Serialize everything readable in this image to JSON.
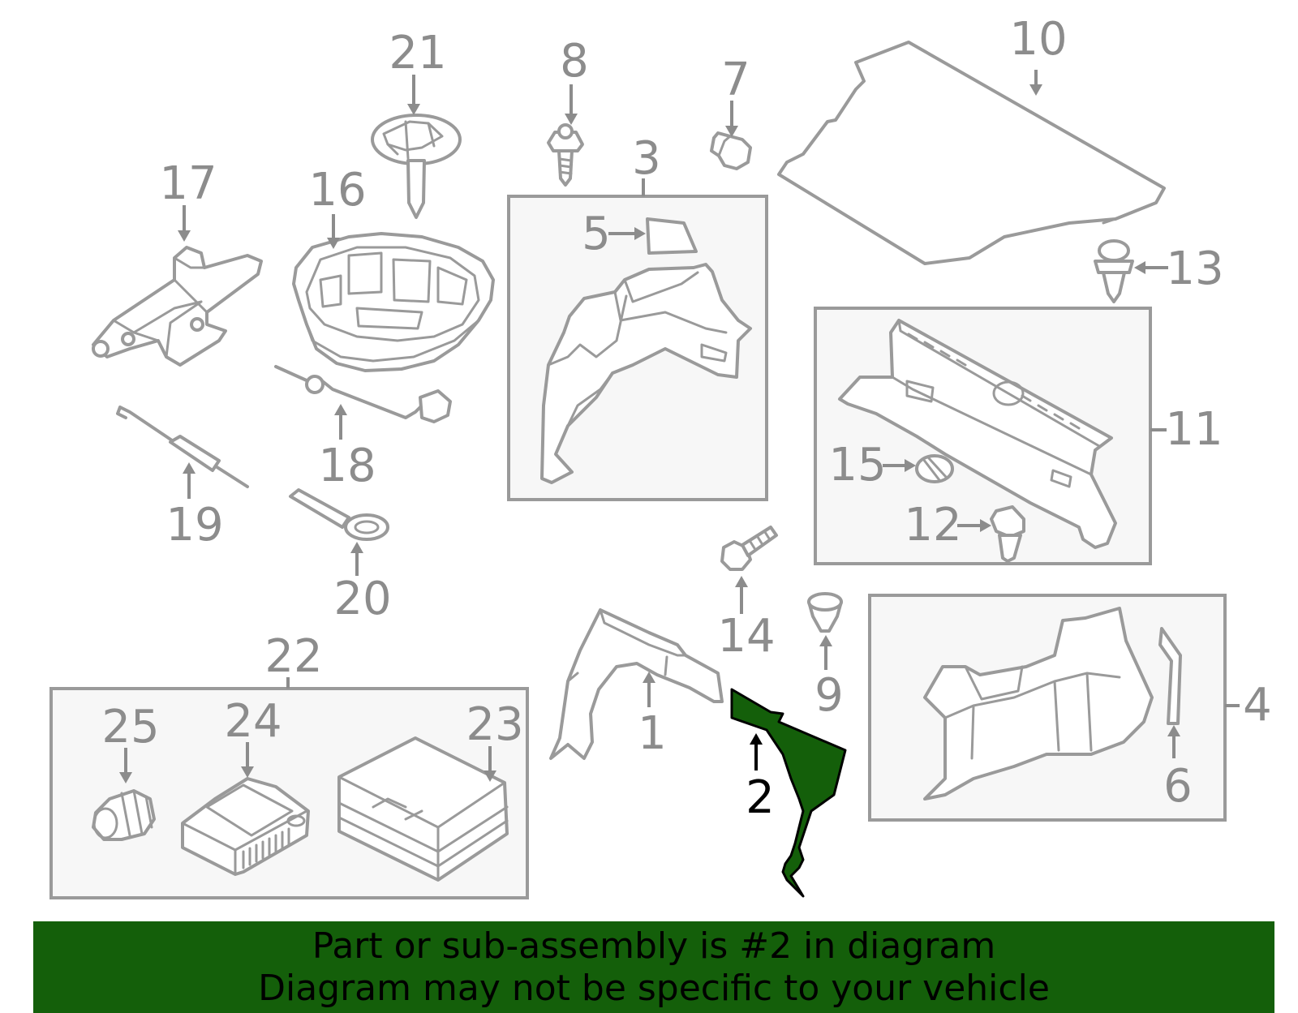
{
  "colors": {
    "highlight": "#145f0a",
    "banner_bg": "#145f0a",
    "line_gray": "#9a9a9a",
    "label_gray": "#8c8c8c",
    "box_fill": "#f7f7f7",
    "text_black": "#000000"
  },
  "callouts": [
    {
      "id": "1",
      "label": "1"
    },
    {
      "id": "2",
      "label": "2",
      "highlighted": true
    },
    {
      "id": "3",
      "label": "3"
    },
    {
      "id": "4",
      "label": "4"
    },
    {
      "id": "5",
      "label": "5"
    },
    {
      "id": "6",
      "label": "6"
    },
    {
      "id": "7",
      "label": "7"
    },
    {
      "id": "8",
      "label": "8"
    },
    {
      "id": "9",
      "label": "9"
    },
    {
      "id": "10",
      "label": "10"
    },
    {
      "id": "11",
      "label": "11"
    },
    {
      "id": "12",
      "label": "12"
    },
    {
      "id": "13",
      "label": "13"
    },
    {
      "id": "14",
      "label": "14"
    },
    {
      "id": "15",
      "label": "15"
    },
    {
      "id": "16",
      "label": "16"
    },
    {
      "id": "17",
      "label": "17"
    },
    {
      "id": "18",
      "label": "18"
    },
    {
      "id": "19",
      "label": "19"
    },
    {
      "id": "20",
      "label": "20"
    },
    {
      "id": "21",
      "label": "21"
    },
    {
      "id": "22",
      "label": "22"
    },
    {
      "id": "23",
      "label": "23"
    },
    {
      "id": "24",
      "label": "24"
    },
    {
      "id": "25",
      "label": "25"
    }
  ],
  "banner": {
    "line1": "Part or sub-assembly is #2 in diagram",
    "line2": "Diagram may not be specific to your vehicle"
  }
}
